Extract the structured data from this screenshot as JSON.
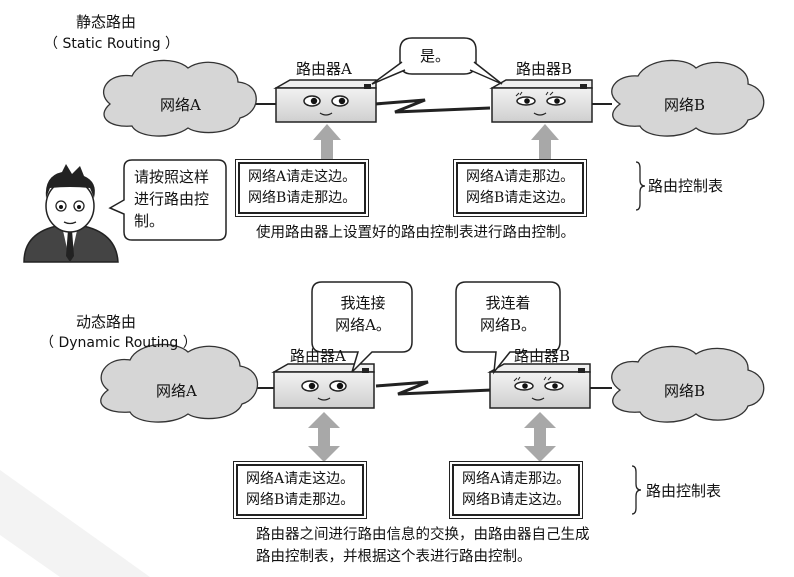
{
  "static": {
    "title": "静态路由",
    "subtitle": "（ Static Routing ）",
    "network_a": "网络A",
    "network_b": "网络B",
    "router_a": "路由器A",
    "router_b": "路由器B",
    "speech_top": "是。",
    "table_a": [
      "网络A请走这边。",
      "网络B请走那边。"
    ],
    "table_b": [
      "网络A请走那边。",
      "网络B请走这边。"
    ],
    "table_label": "路由控制表",
    "admin_speech": [
      "请按照这样",
      "进行路由控",
      "制。"
    ],
    "caption": "使用路由器上设置好的路由控制表进行路由控制。"
  },
  "dynamic": {
    "title": "动态路由",
    "subtitle": "（ Dynamic Routing ）",
    "network_a": "网络A",
    "network_b": "网络B",
    "router_a": "路由器A",
    "router_b": "路由器B",
    "speech_a": [
      "我连接",
      "网络A。"
    ],
    "speech_b": [
      "我连着",
      "网络B。"
    ],
    "table_a": [
      "网络A请走这边。",
      "网络B请走那边。"
    ],
    "table_b": [
      "网络A请走那边。",
      "网络B请走这边。"
    ],
    "table_label": "路由控制表",
    "caption": [
      "路由器之间进行路由信息的交换，由路由器自己生成",
      "路由控制表，并根据这个表进行路由控制。"
    ]
  },
  "colors": {
    "cloud": "#d6d6d6",
    "router": "#e4e4e4",
    "arrow": "#a8a8a8",
    "line": "#222222"
  }
}
